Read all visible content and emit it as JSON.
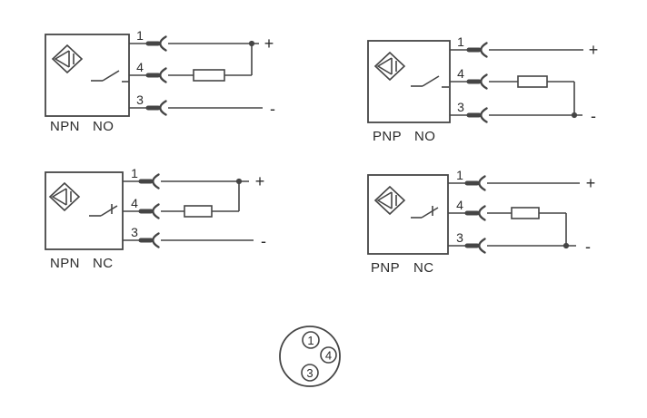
{
  "colors": {
    "background": "#ffffff",
    "stroke": "#454545",
    "text": "#2b2b2b"
  },
  "icons": {
    "sensor-symbol-icon": "diamond-proximity-sensor",
    "switch-no-icon": "normally-open-contact",
    "switch-nc-icon": "normally-closed-contact",
    "plug-icon": "quick-disconnect-pin",
    "load-resistor": "load-box",
    "junction-dot": "wire-junction"
  },
  "diagrams": [
    {
      "id": "npn-no",
      "type_label": "NPN",
      "contact_label": "NO",
      "pins": [
        {
          "number": "1",
          "polarity": "+"
        },
        {
          "number": "4"
        },
        {
          "number": "3",
          "polarity": "-"
        }
      ]
    },
    {
      "id": "pnp-no",
      "type_label": "PNP",
      "contact_label": "NO",
      "pins": [
        {
          "number": "1",
          "polarity": "+"
        },
        {
          "number": "4"
        },
        {
          "number": "3",
          "polarity": "-"
        }
      ]
    },
    {
      "id": "npn-nc",
      "type_label": "NPN",
      "contact_label": "NC",
      "pins": [
        {
          "number": "1",
          "polarity": "+"
        },
        {
          "number": "4"
        },
        {
          "number": "3",
          "polarity": "-"
        }
      ]
    },
    {
      "id": "pnp-nc",
      "type_label": "PNP",
      "contact_label": "NC",
      "pins": [
        {
          "number": "1",
          "polarity": "+"
        },
        {
          "number": "4"
        },
        {
          "number": "3",
          "polarity": "-"
        }
      ]
    }
  ],
  "connector_pinout": {
    "pins": [
      {
        "number": "1"
      },
      {
        "number": "4"
      },
      {
        "number": "3"
      }
    ]
  }
}
